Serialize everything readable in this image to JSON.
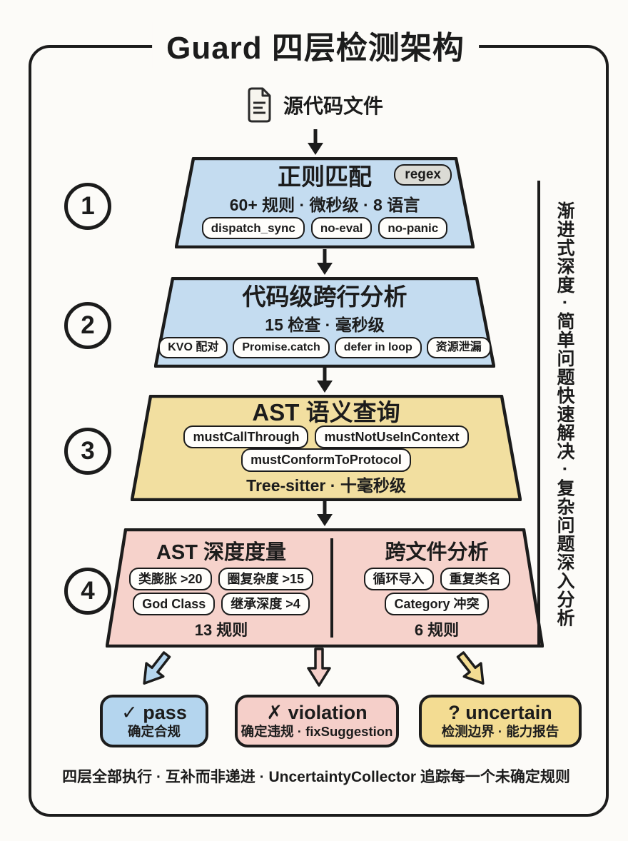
{
  "title": "Guard 四层检测架构",
  "source": {
    "label": "源代码文件",
    "icon": "document-icon"
  },
  "side_note": "渐进式深度 · 简单问题快速解决 · 复杂问题深入分析",
  "footnote": "四层全部执行 · 互补而非递进 · UncertaintyCollector 追踪每一个未确定规则",
  "colors": {
    "ink": "#1c1c1c",
    "background": "#fcfbf8",
    "layer_blue": "#c4dcf0",
    "layer_yellow": "#f2dfa0",
    "layer_pink": "#f6d2cb",
    "badge_gray": "#dbdbd5",
    "outcome_blue": "#b4d5ee",
    "outcome_pink": "#f5cfc9",
    "outcome_yellow": "#f3dc92"
  },
  "layers": [
    {
      "num": "1",
      "badge": "regex",
      "title": "正则匹配",
      "subtitle": "60+ 规则 · 微秒级 · 8 语言",
      "tags": [
        "dispatch_sync",
        "no-eval",
        "no-panic"
      ]
    },
    {
      "num": "2",
      "title": "代码级跨行分析",
      "subtitle": "15 检查 · 毫秒级",
      "tags": [
        "KVO 配对",
        "Promise.catch",
        "defer in loop",
        "资源泄漏"
      ]
    },
    {
      "num": "3",
      "title": "AST 语义查询",
      "tags_row1": [
        "mustCallThrough",
        "mustNotUseInContext"
      ],
      "tags_row2": [
        "mustConformToProtocol"
      ],
      "footer": "Tree-sitter · 十毫秒级"
    },
    {
      "num": "4",
      "columns": [
        {
          "title": "AST 深度度量",
          "tags_row1": [
            "类膨胀 >20",
            "圈复杂度 >15"
          ],
          "tags_row2": [
            "God Class",
            "继承深度 >4"
          ],
          "footer": "13 规则"
        },
        {
          "title": "跨文件分析",
          "tags_row1": [
            "循环导入",
            "重复类名"
          ],
          "tags_row2": [
            "Category 冲突"
          ],
          "footer": "6 规则"
        }
      ]
    }
  ],
  "outcomes": [
    {
      "symbol": "✓",
      "label": "pass",
      "desc": "确定合规"
    },
    {
      "symbol": "✗",
      "label": "violation",
      "desc": "确定违规 · fixSuggestion"
    },
    {
      "symbol": "?",
      "label": "uncertain",
      "desc": "检测边界 · 能力报告"
    }
  ]
}
